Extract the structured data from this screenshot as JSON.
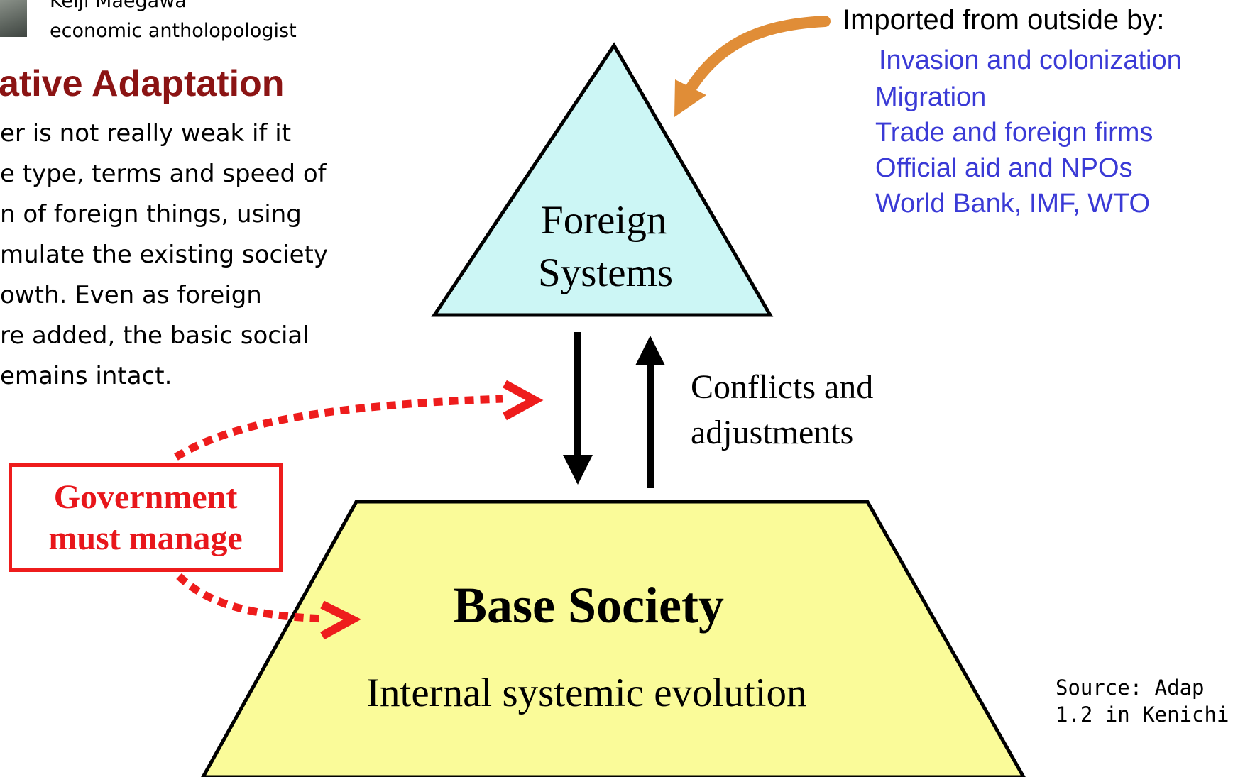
{
  "colors": {
    "triangle_fill": "#ccf6f5",
    "trapezoid_fill": "#fafb99",
    "title_red": "#8b1414",
    "blue_text": "#3a3ad6",
    "manage_red": "#ee1c1c",
    "import_arrow": "#e08d37"
  },
  "header": {
    "name": "Keiji Maegawa",
    "role": "economic antholopologist",
    "photo_icon": "person-photo"
  },
  "left_panel": {
    "title": "ative Adaptation",
    "lines": [
      "er is not really weak if it",
      "e type, terms and speed of",
      "n of foreign things, using",
      "mulate the existing society",
      "owth. Even as foreign",
      "re added, the basic social",
      "emains intact."
    ]
  },
  "imported": {
    "heading": "Imported from outside by:",
    "items": [
      "Invasion and colonization",
      "Migration",
      "Trade and foreign firms",
      "Official aid and NPOs",
      "World Bank, IMF, WTO"
    ]
  },
  "diagram": {
    "foreign_line1": "Foreign",
    "foreign_line2": "Systems",
    "conflicts_line1": "Conflicts and",
    "conflicts_line2": "adjustments",
    "base_title": "Base Society",
    "base_subtitle": "Internal systemic evolution"
  },
  "government": {
    "line1": "Government",
    "line2": "must manage"
  },
  "source": {
    "line1": "Source: Adap",
    "line2": "1.2 in Kenichi"
  }
}
